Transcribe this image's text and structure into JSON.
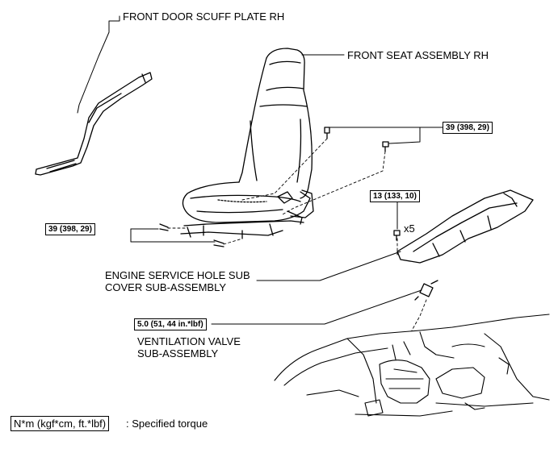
{
  "labels": {
    "scuff_plate": "FRONT DOOR SCUFF PLATE RH",
    "seat_assembly": "FRONT SEAT ASSEMBLY RH",
    "cover_line1": "ENGINE SERVICE HOLE SUB",
    "cover_line2": "COVER SUB-ASSEMBLY",
    "valve_line1": "VENTILATION VALVE",
    "valve_line2": "SUB-ASSEMBLY",
    "bolt_qty": "x5"
  },
  "torques": {
    "seat_rear": "39 (398, 29)",
    "seat_front": "39 (398, 29)",
    "cover": "13 (133, 10)",
    "valve": "5.0 (51, 44 in.*lbf)"
  },
  "legend": {
    "unit": "N*m (kgf*cm, ft.*lbf)",
    "text": ": Specified torque"
  }
}
